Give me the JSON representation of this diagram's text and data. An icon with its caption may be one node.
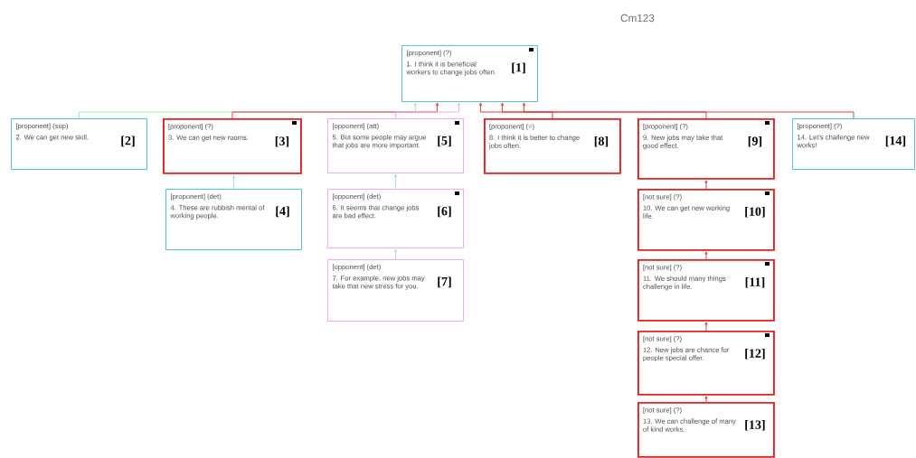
{
  "diagram": {
    "title": "Cm123",
    "nodes": [
      {
        "text": [
          "[proponent] (?)",
          "1. I think it is beneficial workers to change jobs often.",
          "[1]"
        ]
      },
      {
        "text": [
          "[proponent] (sup)",
          "2. We can get new skill.",
          "[2]"
        ]
      },
      {
        "text": [
          "[proponent] (?)",
          "3. We can get new rooms.",
          "[3]"
        ]
      },
      {
        "text": [
          "[proponent] (det)",
          "4. These are rubbish mental of working people.",
          "[4]"
        ]
      },
      {
        "text": [
          "[opponent] (att)",
          "5. But some people may argue that jobs are more important.",
          "[5]"
        ]
      },
      {
        "text": [
          "[opponent] (det)",
          "6. It seems that change jobs are bad effect.",
          "[6]"
        ]
      },
      {
        "text": [
          "[opponent] (det)",
          "7. For example, new jobs may take that new stress for you.",
          "[7]"
        ]
      },
      {
        "text": [
          "[proponent] (=)",
          "8. I think it is better to change jobs often.",
          "[8]"
        ]
      },
      {
        "text": [
          "[proponent] (?)",
          "9. New jobs may take that good effect.",
          "[9]"
        ]
      },
      {
        "text": [
          "[not sure] (?)",
          "10. We can get new working life.",
          "[10]"
        ]
      },
      {
        "text": [
          "[not sure] (?)",
          "11. We should many things challenge in life.",
          "[11]"
        ]
      },
      {
        "text": [
          "[not sure] (?)",
          "12. New jobs are chance for people special offer.",
          "[12]"
        ]
      },
      {
        "text": [
          "[not sure] (?)",
          "13. We can challenge of many of kind works.",
          "[13]"
        ]
      },
      {
        "text": [
          "[proponent] (?)",
          "14. Let's challenge new works!",
          "[14]"
        ]
      }
    ],
    "edges": [
      {
        "from": 1,
        "to": 0,
        "arrow": "to",
        "color": "#a8e6a8"
      },
      {
        "from": 2,
        "to": 0,
        "arrow": "to"
      },
      {
        "from": 3,
        "to": 2,
        "arrow": "to",
        "color": "#a8d4ee"
      },
      {
        "from": 4,
        "to": 0,
        "arrow": "to",
        "color": "#f4a8f4"
      },
      {
        "from": 5,
        "to": 4,
        "arrow": "to",
        "color": "#a8d4ee"
      },
      {
        "from": 6,
        "to": 5,
        "arrow": "to",
        "color": "#a8d4ee"
      },
      {
        "from": 7,
        "to": 0,
        "arrow": "to"
      },
      {
        "from": 8,
        "to": 0,
        "arrow": "to"
      },
      {
        "from": 9,
        "to": 8,
        "arrow": "to"
      },
      {
        "from": 10,
        "to": 9,
        "arrow": "to"
      },
      {
        "from": 11,
        "to": 10,
        "arrow": "to"
      },
      {
        "from": 12,
        "to": 11,
        "arrow": "to"
      },
      {
        "from": 13,
        "to": 0,
        "arrow": "to"
      }
    ]
  }
}
